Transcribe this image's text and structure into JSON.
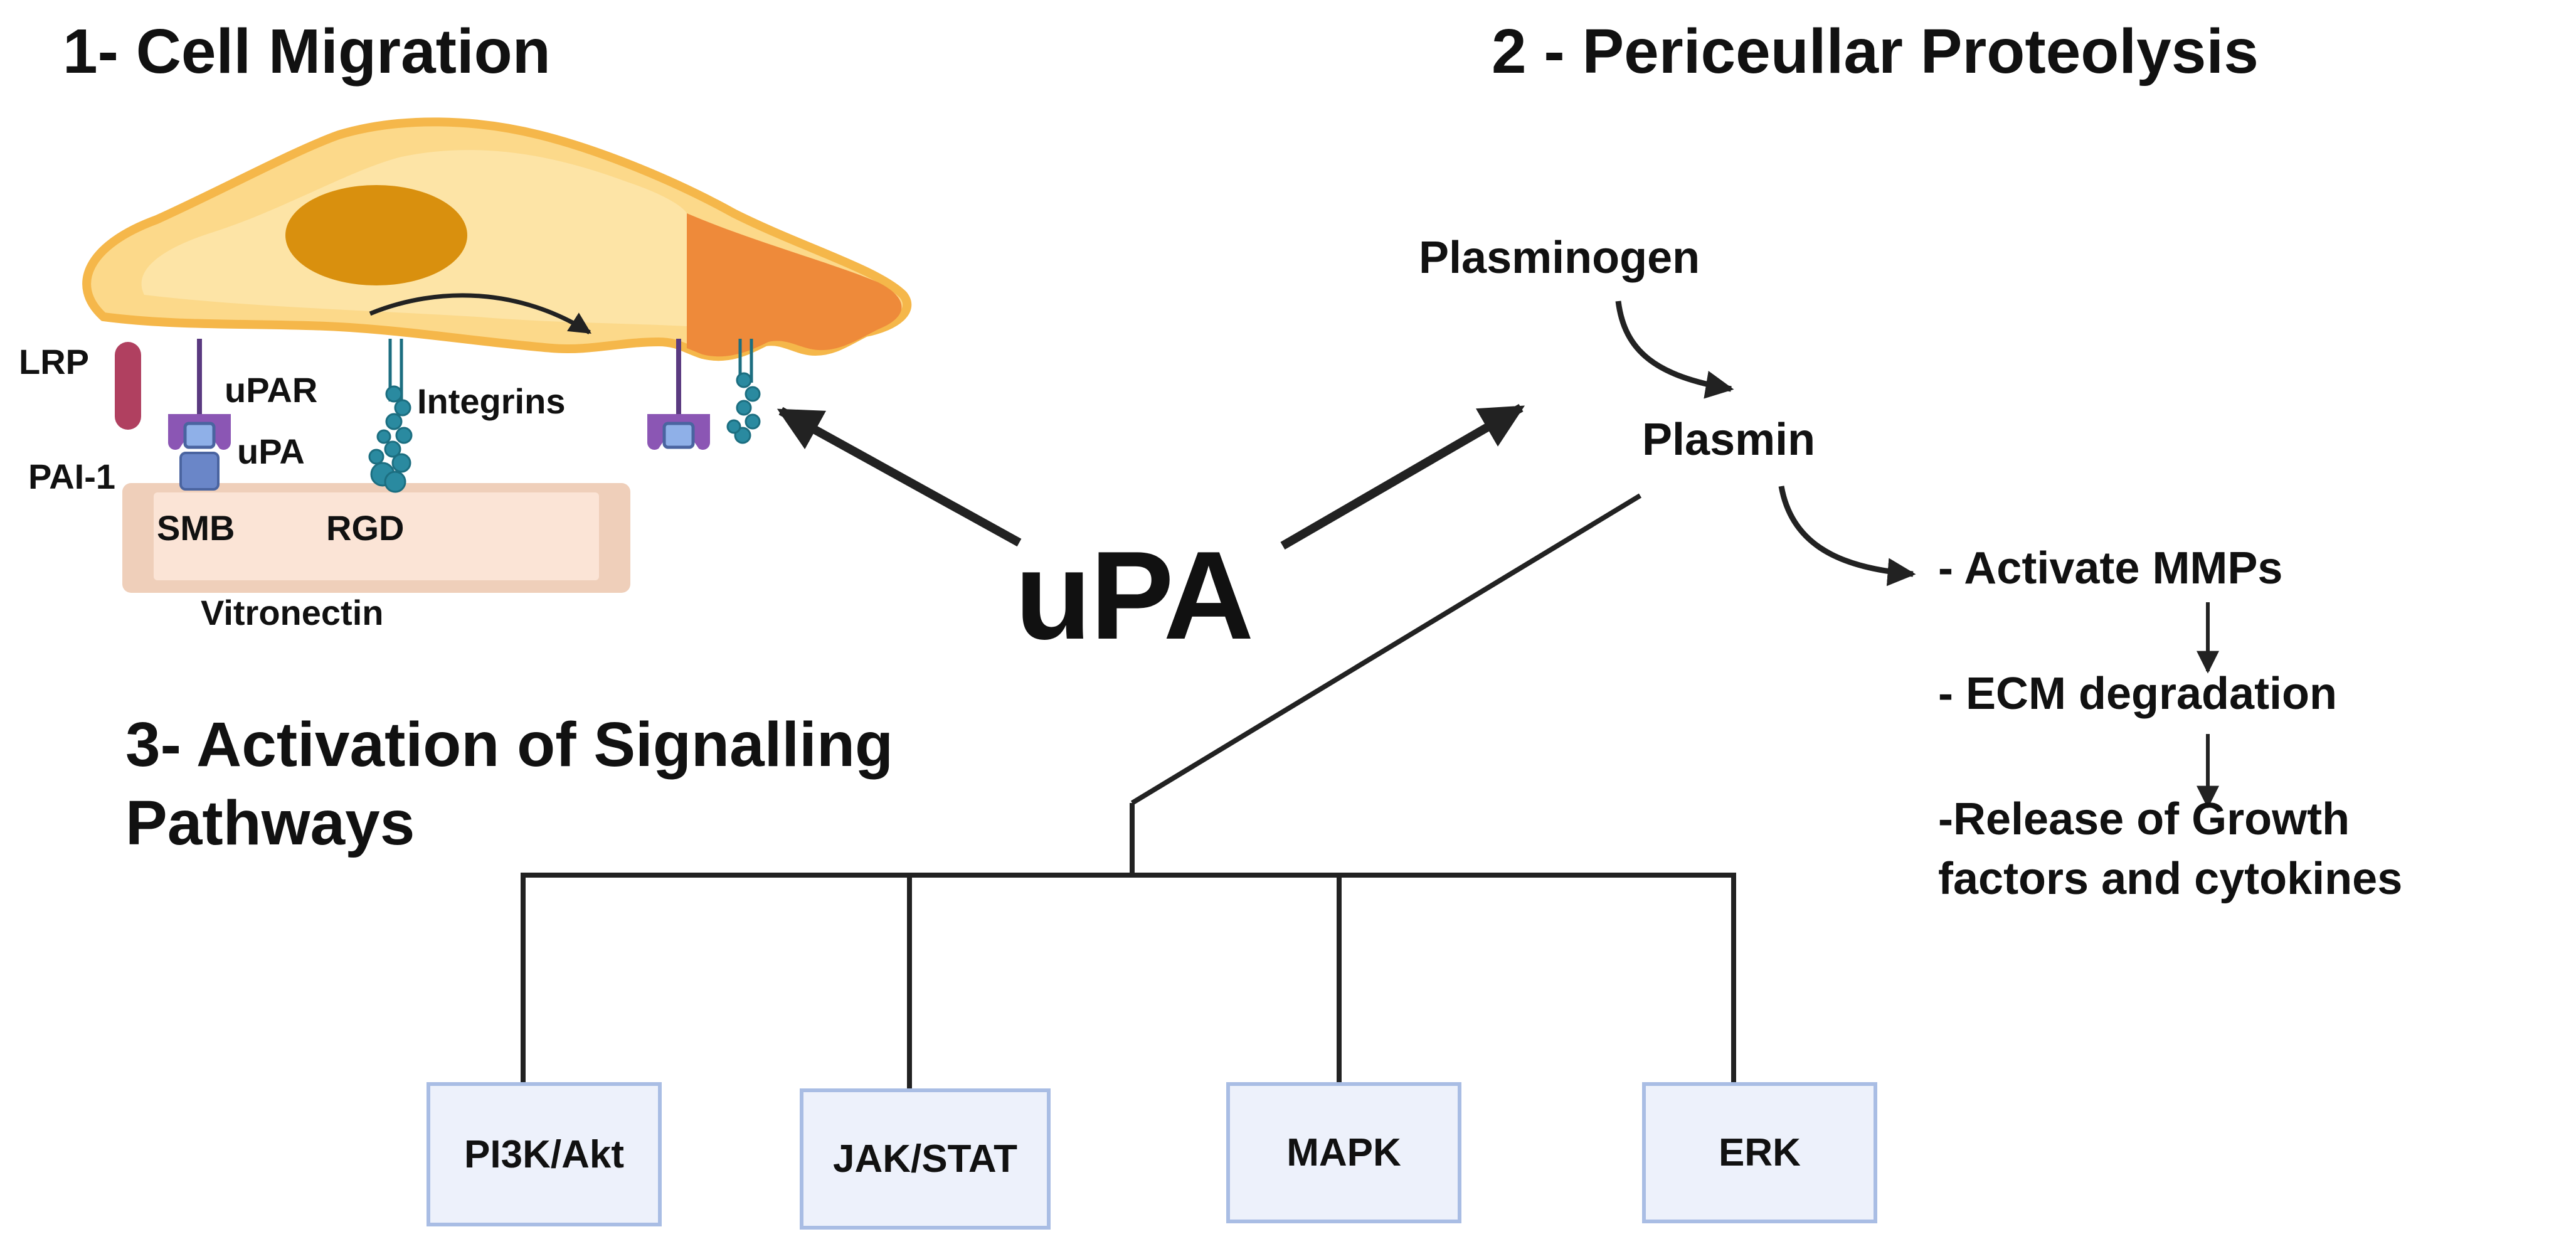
{
  "sections": {
    "cell_migration": "1- Cell Migration",
    "proteolysis": "2 - Periceullar Proteolysis",
    "signalling_line1": "3- Activation of Signalling",
    "signalling_line2": "Pathways"
  },
  "center": {
    "label": "uPA"
  },
  "cell": {
    "labels": {
      "lrp": "LRP",
      "upar": "uPAR",
      "upa": "uPA",
      "pai1": "PAI-1",
      "integrins": "Integrins",
      "smb": "SMB",
      "rgd": "RGD",
      "vitronectin": "Vitronectin"
    }
  },
  "proteolysis_flow": {
    "plasminogen": "Plasminogen",
    "plasmin": "Plasmin",
    "effects": [
      "- Activate MMPs",
      "- ECM degradation",
      "-Release of Growth",
      "factors  and cytokines"
    ]
  },
  "pathways": [
    "PI3K/Akt",
    "JAK/STAT",
    "MAPK",
    "ERK"
  ],
  "colors": {
    "cell_body": "#fcd98a",
    "cell_outline": "#f5b74a",
    "cell_front": "#ee8a3a",
    "nucleus": "#d9900e",
    "substrate": "#f3d6c4",
    "lrp": "#b04060",
    "upar": "#8b56b4",
    "upa": "#6a86c8",
    "integrin": "#2a8aa0",
    "box_fill": "#edf1fb",
    "box_border": "#a9bde4",
    "line": "#222222"
  }
}
